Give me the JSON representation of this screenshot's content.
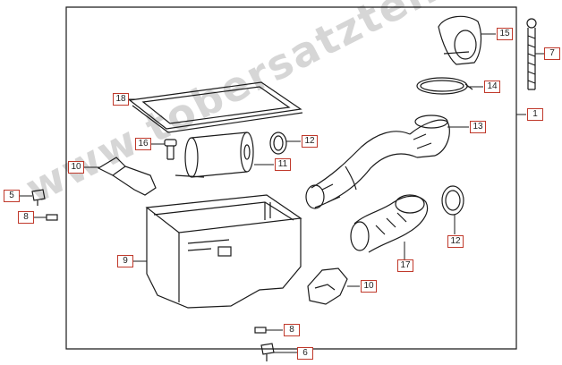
{
  "watermark": "www.tobersatzteile.de",
  "colors": {
    "callout": "#c0392b",
    "line": "#1a1a1a"
  },
  "parts": [
    {
      "id": "p1",
      "label": "1"
    },
    {
      "id": "p5",
      "label": "5"
    },
    {
      "id": "p6",
      "label": "6"
    },
    {
      "id": "p7",
      "label": "7"
    },
    {
      "id": "p8a",
      "label": "8"
    },
    {
      "id": "p8b",
      "label": "8"
    },
    {
      "id": "p9",
      "label": "9"
    },
    {
      "id": "p10a",
      "label": "10"
    },
    {
      "id": "p10b",
      "label": "10"
    },
    {
      "id": "p11",
      "label": "11"
    },
    {
      "id": "p12a",
      "label": "12"
    },
    {
      "id": "p12b",
      "label": "12"
    },
    {
      "id": "p13",
      "label": "13"
    },
    {
      "id": "p14",
      "label": "14"
    },
    {
      "id": "p15",
      "label": "15"
    },
    {
      "id": "p16",
      "label": "16"
    },
    {
      "id": "p17",
      "label": "17"
    },
    {
      "id": "p18",
      "label": "18"
    }
  ]
}
